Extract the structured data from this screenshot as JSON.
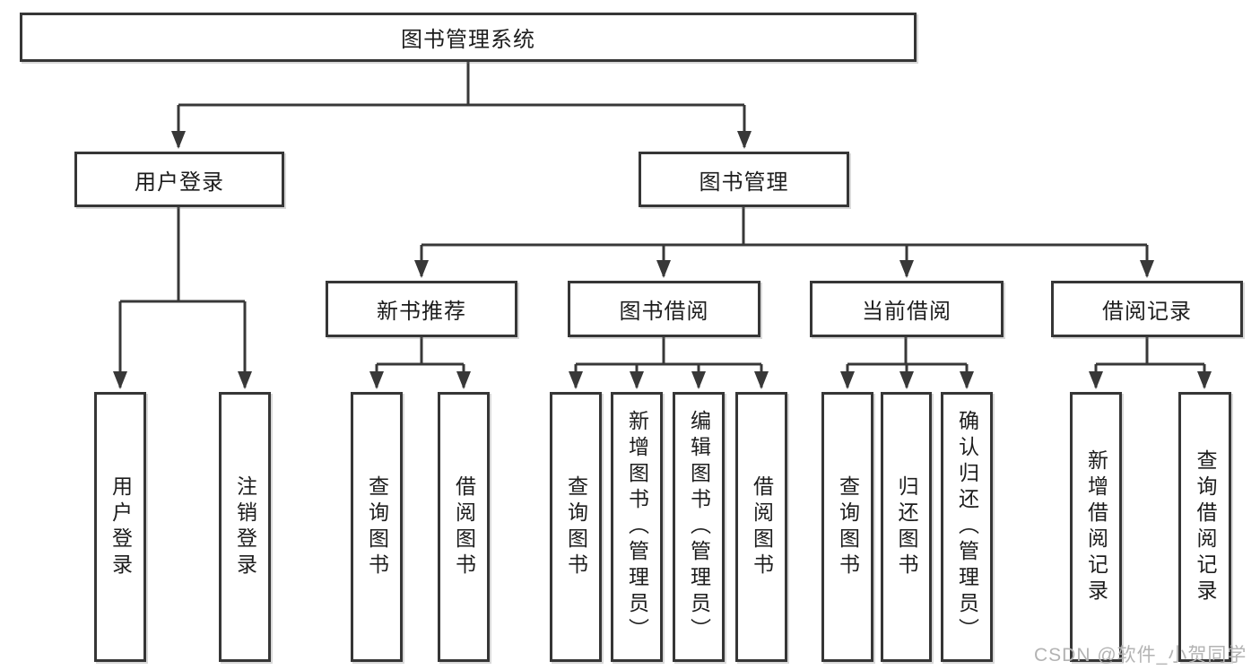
{
  "diagram": {
    "root": {
      "label": "图书管理系统"
    },
    "level2": {
      "user_login": {
        "label": "用户登录"
      },
      "book_management": {
        "label": "图书管理"
      }
    },
    "level3": {
      "new_book_recommend": {
        "label": "新书推荐"
      },
      "book_borrowing": {
        "label": "图书借阅"
      },
      "current_borrowing": {
        "label": "当前借阅"
      },
      "borrowing_records": {
        "label": "借阅记录"
      }
    },
    "leaves": {
      "user_login": {
        "label": "用户登录"
      },
      "logout": {
        "label": "注销登录"
      },
      "query_books_1": {
        "label": "查询图书"
      },
      "borrow_books_1": {
        "label": "借阅图书"
      },
      "query_books_2": {
        "label": "查询图书"
      },
      "add_book_admin": {
        "label": "新增图书（管理员）"
      },
      "edit_book_admin": {
        "label": "编辑图书（管理员）"
      },
      "borrow_books_2": {
        "label": "借阅图书"
      },
      "query_books_3": {
        "label": "查询图书"
      },
      "return_book": {
        "label": "归还图书"
      },
      "confirm_return_admin": {
        "label": "确认归还（管理员）"
      },
      "add_borrow_record": {
        "label": "新增借阅记录"
      },
      "query_borrow_record": {
        "label": "查询借阅记录"
      }
    },
    "colors": {
      "line": "#383838",
      "box_border": "#363636",
      "text": "#1d1d1d",
      "watermark": "#b3b3b3",
      "background": "#ffffff"
    },
    "watermark": "CSDN @软件_小贺同学"
  }
}
